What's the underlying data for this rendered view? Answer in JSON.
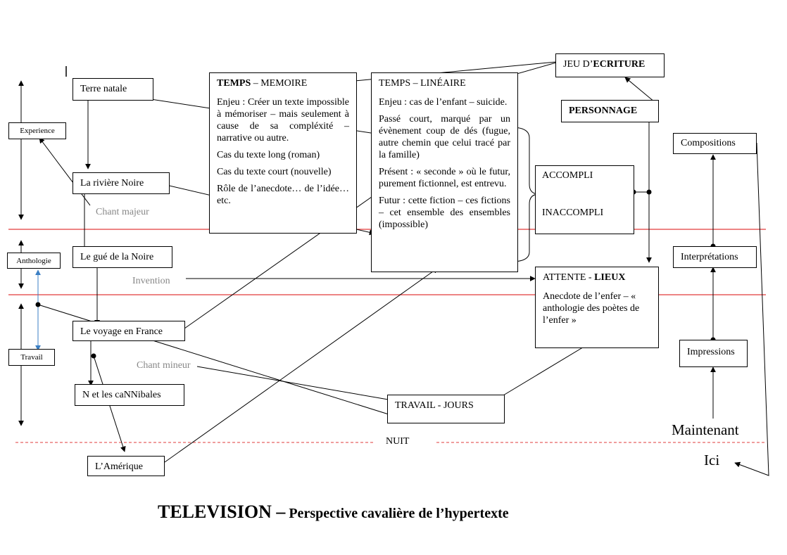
{
  "left_axis": {
    "experience": "Experience",
    "anthologie": "Anthologie",
    "travail": "Travail"
  },
  "nodes": {
    "terre_natale": "Terre natale",
    "riviere_noire": "La rivière Noire",
    "gue_noire": "Le gué de la Noire",
    "voyage_france": "Le voyage en France",
    "cannibales": "N et les caNNibales",
    "amerique": "L’Amérique"
  },
  "labels": {
    "chant_majeur": "Chant majeur",
    "invention": "Invention",
    "chant_mineur": "Chant mineur",
    "nuit": "NUIT",
    "maintenant": "Maintenant",
    "ici": "Ici"
  },
  "temps_memoire": {
    "title_bold": "TEMPS",
    "title_rest": " – MEMOIRE",
    "enjeu": "Enjeu : Créer un texte impossible à mémoriser – mais seulement à cause de sa compléxité – narrative ou autre.",
    "long": "Cas du texte long (roman)",
    "court": "Cas du texte court (nouvelle)",
    "role": "Rôle de l’anecdote… de l’idée… etc."
  },
  "temps_lineaire": {
    "title": "TEMPS – LINÉAIRE",
    "enjeu": "Enjeu : cas de l’enfant – suicide.",
    "passe": "Passé court, marqué par un évènement coup de dés (fugue, autre chemin que celui tracé par la famille)",
    "present": "Présent : « seconde » où le futur, purement fictionnel, est entrevu.",
    "futur": "Futur : cette fiction – ces fictions – cet ensemble des ensembles (impossible)"
  },
  "jeu": {
    "prefix": "JEU D’",
    "bold": "ECRITURE"
  },
  "personnage": "PERSONNAGE",
  "accompli": {
    "a": "ACCOMPLI",
    "b": "INACCOMPLI"
  },
  "attente": {
    "title_rest": "ATTENTE - ",
    "title_bold": "LIEUX",
    "body": "Anecdote de l’enfer – « anthologie des poètes de l’enfer »"
  },
  "travail_jours": "TRAVAIL - JOURS",
  "right_column": {
    "compositions": "Compositions",
    "interpretations": "Interprétations",
    "impressions": "Impressions"
  },
  "footer": {
    "big": "TELEVISION –",
    "rest": " Perspective cavalière de l’hypertexte"
  },
  "colors": {
    "red_line": "#e23b3b",
    "blue_arrow": "#3b7fc4",
    "gray_text": "#888888"
  }
}
